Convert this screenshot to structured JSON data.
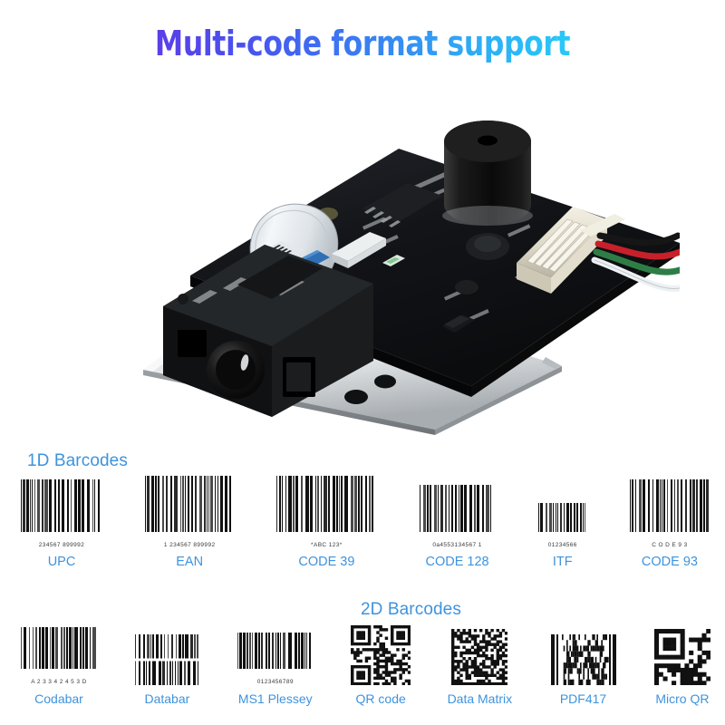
{
  "title": "Multi-code format support",
  "product_photo": {
    "alt": "barcode scanner engine module on metal bracket",
    "parts": [
      {
        "name": "pcb",
        "color": "#131313"
      },
      {
        "name": "metal-bracket",
        "color": "#cfd2d4"
      },
      {
        "name": "buzzer",
        "color": "#0d0d0d"
      },
      {
        "name": "scan-engine",
        "color": "#171717"
      },
      {
        "name": "ribbon-cable",
        "color": "#e7ebee"
      },
      {
        "name": "ribbon-tape",
        "color": "#2f6fb5"
      },
      {
        "name": "jst-connector",
        "color": "#e8e4d6"
      },
      {
        "name": "wire-red",
        "color": "#c8202a"
      },
      {
        "name": "wire-black",
        "color": "#161616"
      },
      {
        "name": "wire-green",
        "color": "#2f7d46"
      },
      {
        "name": "wire-white",
        "color": "#f2f4f5"
      }
    ]
  },
  "sections": [
    {
      "id": "1d",
      "heading": "1D Barcodes",
      "items": [
        {
          "label": "UPC",
          "human_text": "234567 899992",
          "kind": "linear",
          "w": 92,
          "h": 68,
          "seed": 11,
          "density": 34
        },
        {
          "label": "EAN",
          "human_text": "1  234567    899992",
          "kind": "linear",
          "w": 100,
          "h": 72,
          "seed": 23,
          "density": 38
        },
        {
          "label": "CODE 39",
          "human_text": "*ABC 123*",
          "kind": "linear",
          "w": 112,
          "h": 72,
          "seed": 37,
          "density": 30
        },
        {
          "label": "CODE 128",
          "human_text": "0a4553134567 1",
          "kind": "linear",
          "w": 86,
          "h": 62,
          "seed": 51,
          "density": 32
        },
        {
          "label": "ITF",
          "human_text": "01234566",
          "kind": "linear",
          "w": 56,
          "h": 42,
          "seed": 67,
          "density": 20
        },
        {
          "label": "CODE 93",
          "human_text": "C O D E 9 3",
          "kind": "linear",
          "w": 90,
          "h": 68,
          "seed": 83,
          "density": 30
        }
      ]
    },
    {
      "id": "2d",
      "heading": "2D Barcodes",
      "items": [
        {
          "label": "Codabar",
          "human_text": "A 2 3 3 4 2 4 5 3 D",
          "kind": "linear",
          "w": 86,
          "h": 56,
          "seed": 97,
          "density": 26
        },
        {
          "label": "Databar",
          "human_text": "",
          "kind": "stacked",
          "w": 72,
          "h": 56,
          "seed": 113,
          "density": 24
        },
        {
          "label": "MS1 Plessey",
          "human_text": "0123456789",
          "kind": "linear",
          "w": 86,
          "h": 50,
          "seed": 131,
          "density": 26
        },
        {
          "label": "QR code",
          "human_text": "",
          "kind": "qr",
          "w": 66,
          "h": 66,
          "seed": 149,
          "modules": 21
        },
        {
          "label": "Data Matrix",
          "human_text": "",
          "kind": "datamatrix",
          "w": 62,
          "h": 62,
          "seed": 167,
          "modules": 20
        },
        {
          "label": "PDF417",
          "human_text": "",
          "kind": "pdf417",
          "w": 76,
          "h": 56,
          "seed": 181,
          "density": 30
        },
        {
          "label": "Micro QR",
          "human_text": "",
          "kind": "qr",
          "w": 62,
          "h": 62,
          "seed": 199,
          "modules": 13
        }
      ]
    }
  ],
  "colors": {
    "label_blue": "#3e93dd",
    "heading_blue": "#3e93dd",
    "title_gradient_start": "#5a3fe8",
    "title_gradient_end": "#27c9f8",
    "background": "#ffffff",
    "bar_black": "#111111"
  }
}
